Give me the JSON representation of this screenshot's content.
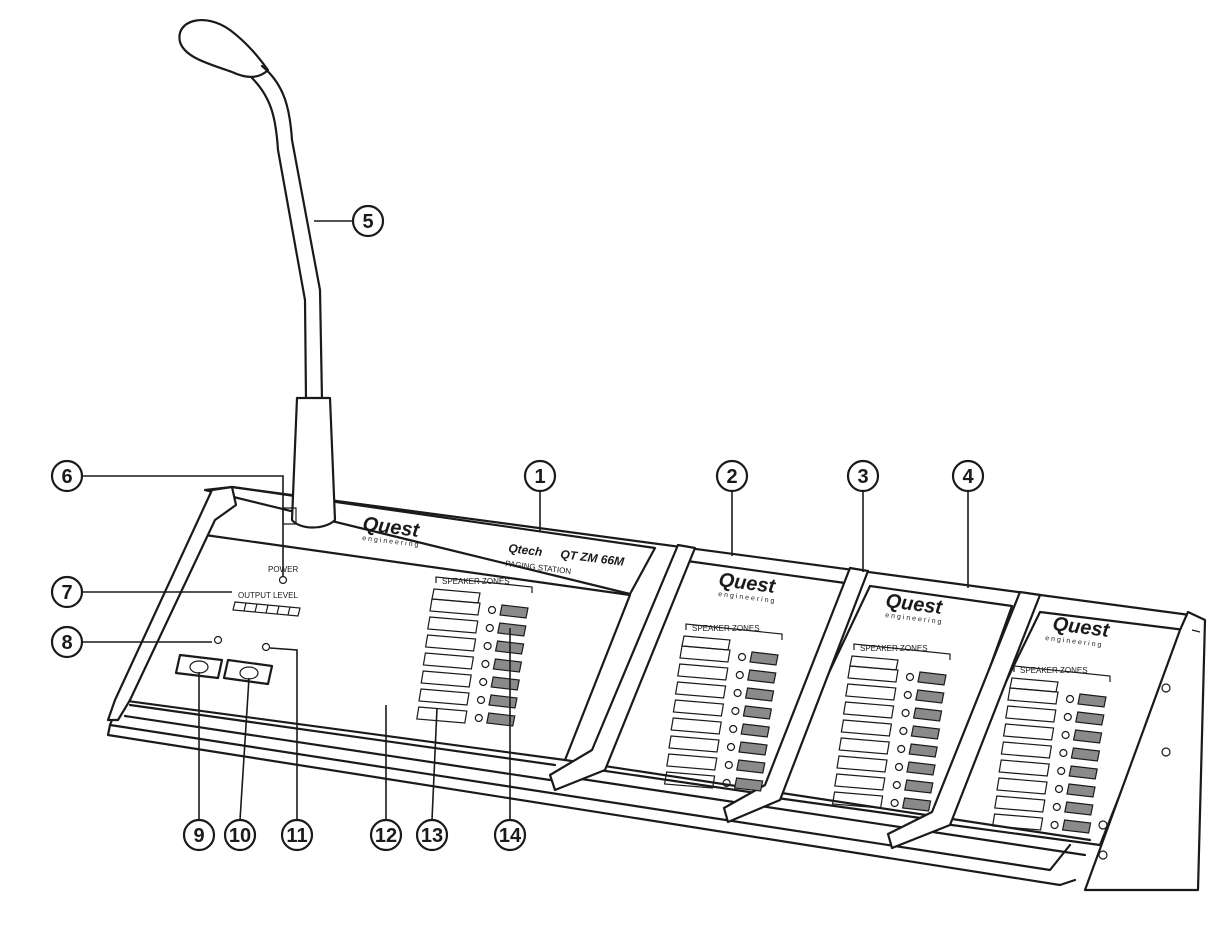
{
  "labels": {
    "power": "POWER",
    "output_level": "OUTPUT LEVEL",
    "speaker_zones": "SPEAKER ZONES",
    "brand": "Quest",
    "brand_sub": "engineering",
    "qtech": "Qtech",
    "model": "QT ZM 66M",
    "paging_station": "PAGING STATION"
  },
  "callouts": [
    "1",
    "2",
    "3",
    "4",
    "5",
    "6",
    "7",
    "8",
    "9",
    "10",
    "11",
    "12",
    "13",
    "14"
  ]
}
